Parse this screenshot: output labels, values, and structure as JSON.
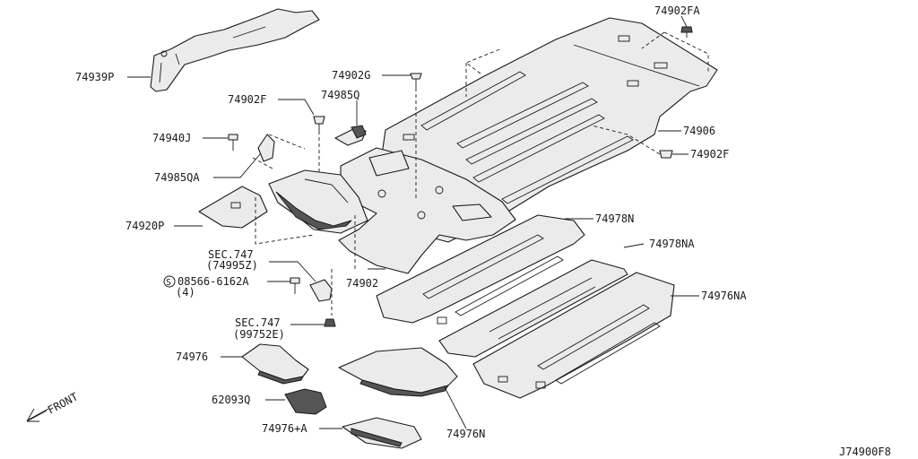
{
  "labels": {
    "p74939P": "74939P",
    "p74902FA": "74902FA",
    "p74902G": "74902G",
    "p74985Q": "74985Q",
    "p74902F_a": "74902F",
    "p74940J": "74940J",
    "p74906": "74906",
    "p74902F_b": "74902F",
    "p74985QA": "74985QA",
    "p74920P": "74920P",
    "p74978N": "74978N",
    "p74978NA": "74978NA",
    "sec747_a": "SEC.747",
    "sec747_a_ref": "(74995Z)",
    "p74976NA": "74976NA",
    "p08566": "08566-6162A",
    "p08566_qty": "(4)",
    "p08566_symbol": "S",
    "p74902": "74902",
    "sec747_b": "SEC.747",
    "sec747_b_ref": "(99752E)",
    "p74976": "74976",
    "p62093Q": "62093Q",
    "p74976A": "74976+A",
    "p74976N": "74976N",
    "front": "FRONT",
    "diagram_id": "J74900F8"
  },
  "icons": {
    "front_arrow": "front-arrow-icon",
    "circle_s": "circle-s-icon"
  }
}
